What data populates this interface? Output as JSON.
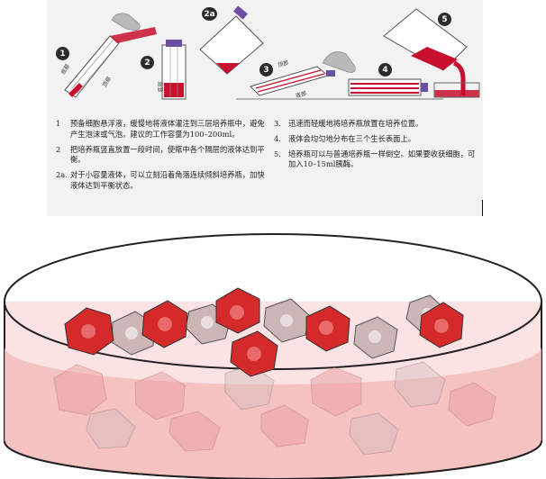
{
  "steps": [
    {
      "num": "1",
      "text": "预备细胞悬浮液，缓慢地将液体灌注到三层培养瓶中，避免产生泡沫或气泡。建议的工作容量为100–200ml。"
    },
    {
      "num": "2",
      "text": "把培养瓶竖直放置一段时间，使瓶中各个隔层的液体达到平衡。"
    },
    {
      "num": "2a.",
      "text": "对于小容量液体，可以立刻沿着角落连续倾斜培养瓶，加快液体达到平衡状态。"
    },
    {
      "num": "3.",
      "text": "迅速而轻缓地将培养瓶放置在培养位置。"
    },
    {
      "num": "4.",
      "text": "液体会均匀地分布在三个生长表面上。"
    },
    {
      "num": "5.",
      "text": "培养瓶可以与普通培养瓶一样倒空。如果要收获细胞，可加入10–15ml胰酶。"
    }
  ],
  "badges": [
    "1",
    "2",
    "2a",
    "3",
    "4",
    "5"
  ],
  "flask_labels": {
    "top": "顶部",
    "bottom": "底部"
  },
  "colors": {
    "panel": "#f2f2f2",
    "liquid": "#c8102e",
    "cell_dark": "#d42a2a",
    "cell_grey": "#c9b3b3",
    "medium": "#f6c9c9"
  }
}
